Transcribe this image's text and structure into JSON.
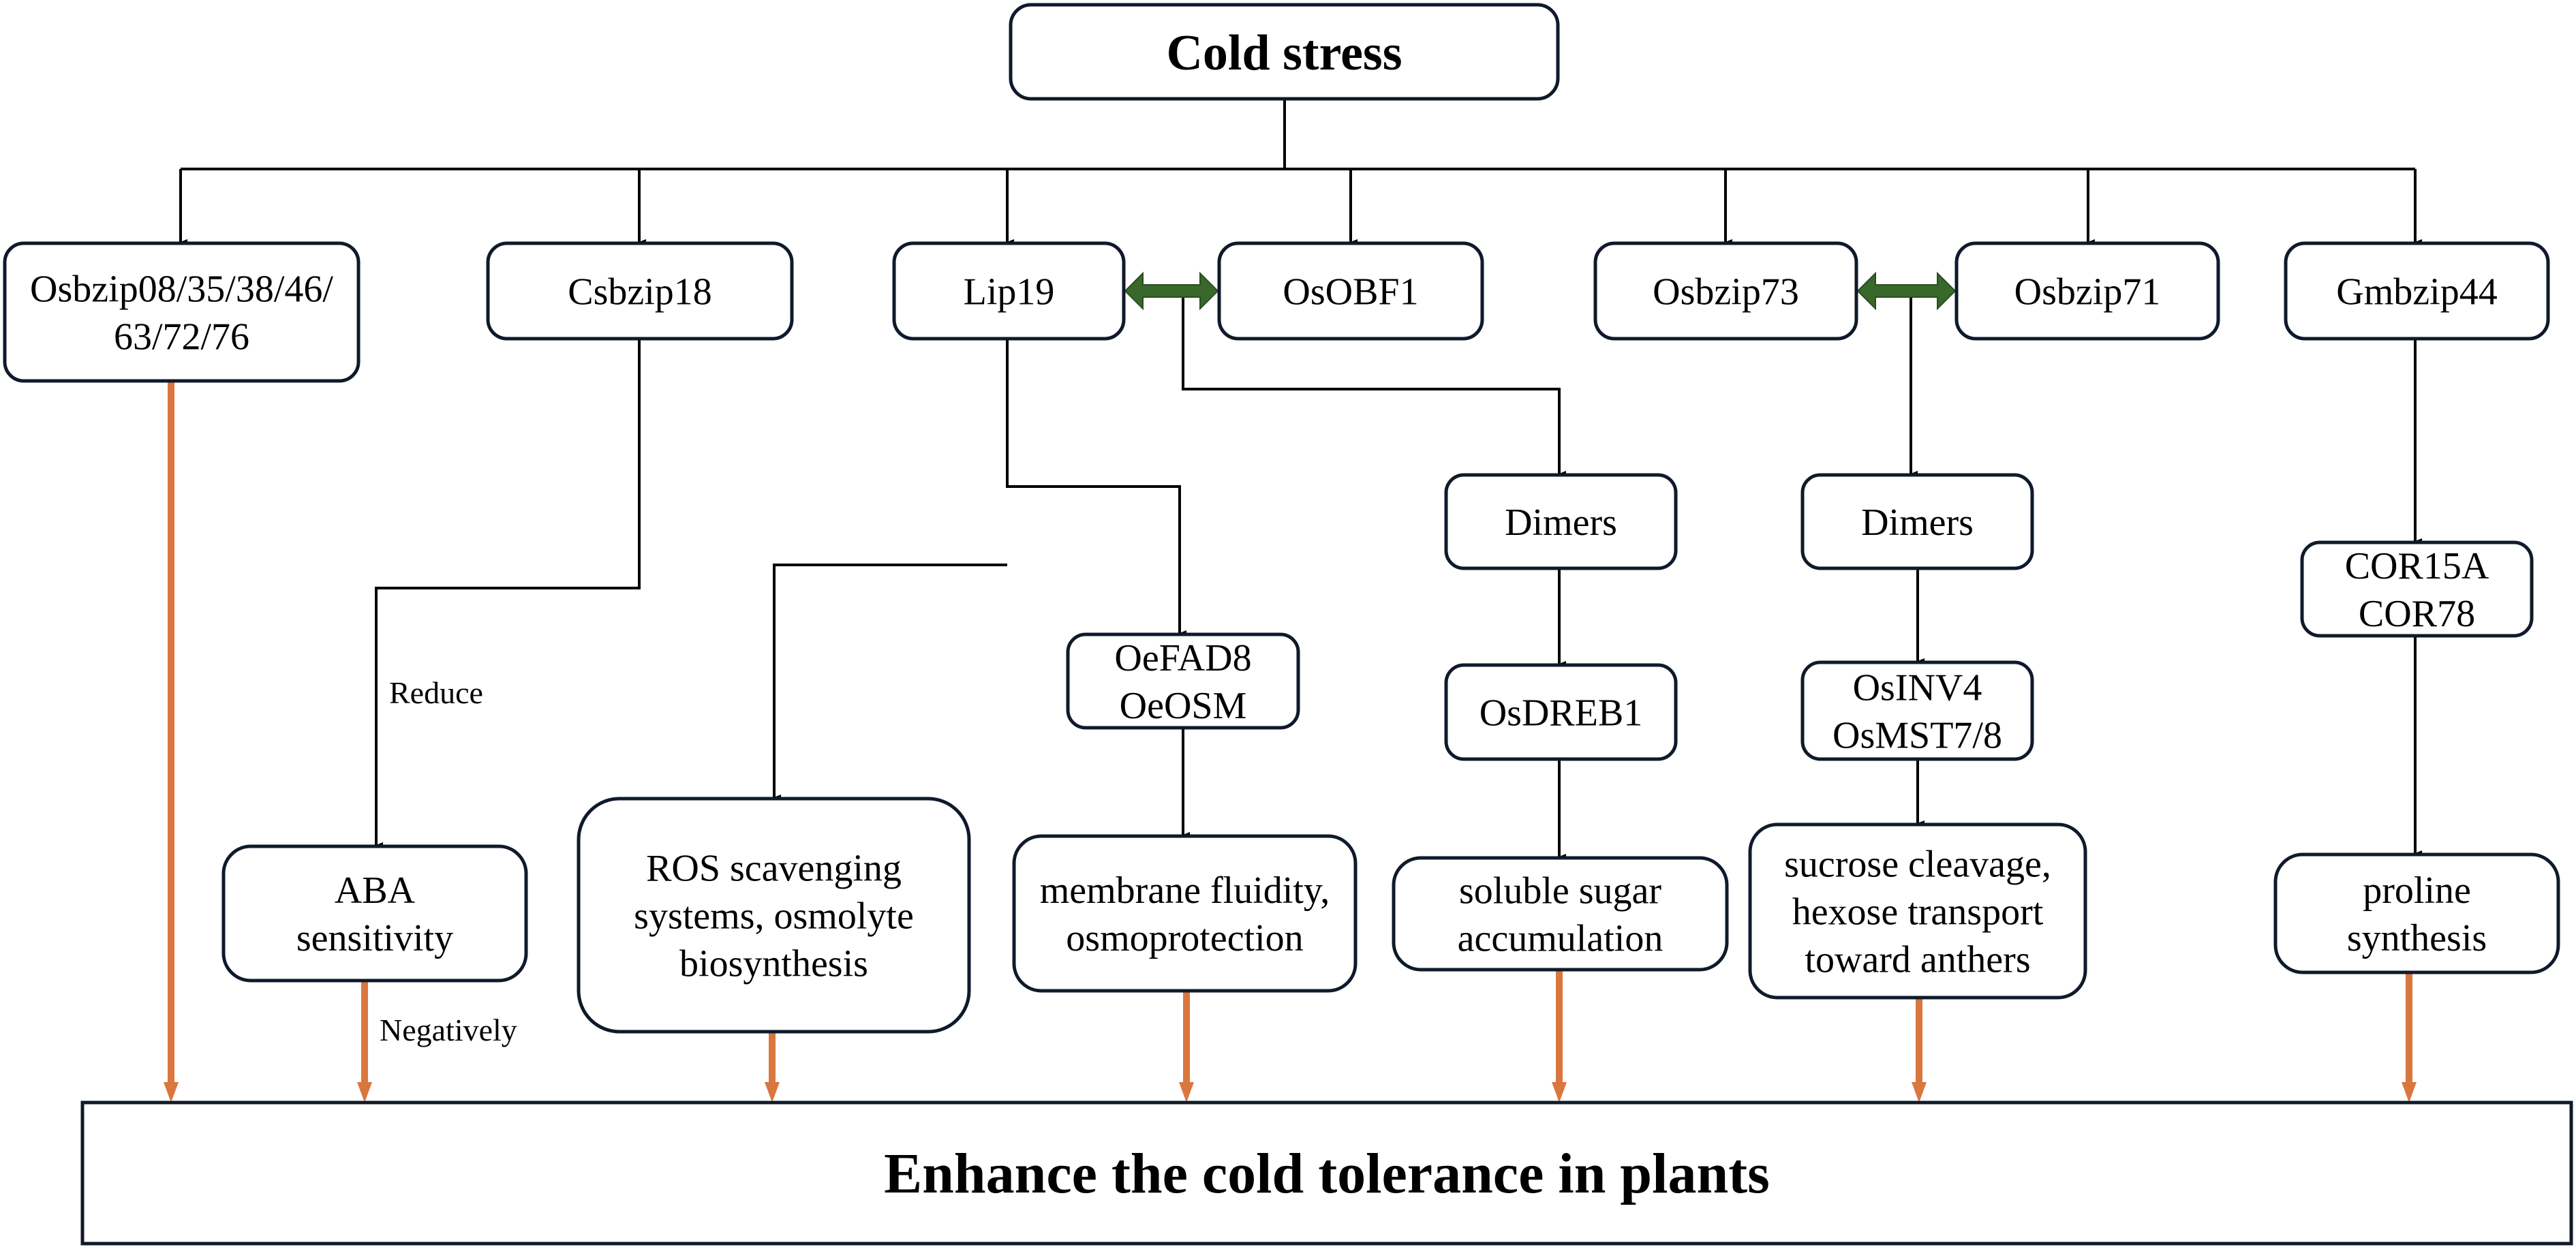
{
  "colors": {
    "box_border": "#0f1a2b",
    "connector": "#000000",
    "output_arrow": "#d9773f",
    "interaction_arrow": "#38682a"
  },
  "root": {
    "label": "Cold stress"
  },
  "genes": [
    {
      "id": "osbzip08",
      "lines": [
        "Osbzip08/35/38/46/",
        "63/72/76"
      ]
    },
    {
      "id": "csbzip18",
      "lines": [
        "Csbzip18"
      ]
    },
    {
      "id": "lip19",
      "lines": [
        "Lip19"
      ]
    },
    {
      "id": "osobf1",
      "lines": [
        "OsOBF1"
      ]
    },
    {
      "id": "osbzip73",
      "lines": [
        "Osbzip73"
      ]
    },
    {
      "id": "osbzip71",
      "lines": [
        "Osbzip71"
      ]
    },
    {
      "id": "gmbzip44",
      "lines": [
        "Gmbzip44"
      ]
    }
  ],
  "intermediates": [
    {
      "id": "dimers-1",
      "lines": [
        "Dimers"
      ]
    },
    {
      "id": "dimers-2",
      "lines": [
        "Dimers"
      ]
    },
    {
      "id": "oefad8",
      "lines": [
        "OeFAD8",
        "OeOSM"
      ]
    },
    {
      "id": "osdreb1",
      "lines": [
        "OsDREB1"
      ]
    },
    {
      "id": "osinv4",
      "lines": [
        "OsINV4",
        "OsMST7/8"
      ]
    },
    {
      "id": "cor15a",
      "lines": [
        "COR15A",
        "COR78"
      ]
    }
  ],
  "effects": [
    {
      "id": "aba",
      "lines": [
        "ABA",
        "sensitivity"
      ]
    },
    {
      "id": "ros",
      "lines": [
        "ROS scavenging",
        "systems, osmolyte",
        "biosynthesis"
      ]
    },
    {
      "id": "membrane",
      "lines": [
        "membrane fluidity,",
        "osmoprotection"
      ]
    },
    {
      "id": "sugar",
      "lines": [
        "soluble sugar",
        "accumulation"
      ]
    },
    {
      "id": "sucrose",
      "lines": [
        "sucrose cleavage,",
        "hexose transport",
        "toward anthers"
      ]
    },
    {
      "id": "proline",
      "lines": [
        "proline",
        "synthesis"
      ]
    }
  ],
  "edge_labels": {
    "reduce": "Reduce",
    "negatively": "Negatively"
  },
  "outcome": {
    "label": "Enhance the cold tolerance in plants"
  }
}
